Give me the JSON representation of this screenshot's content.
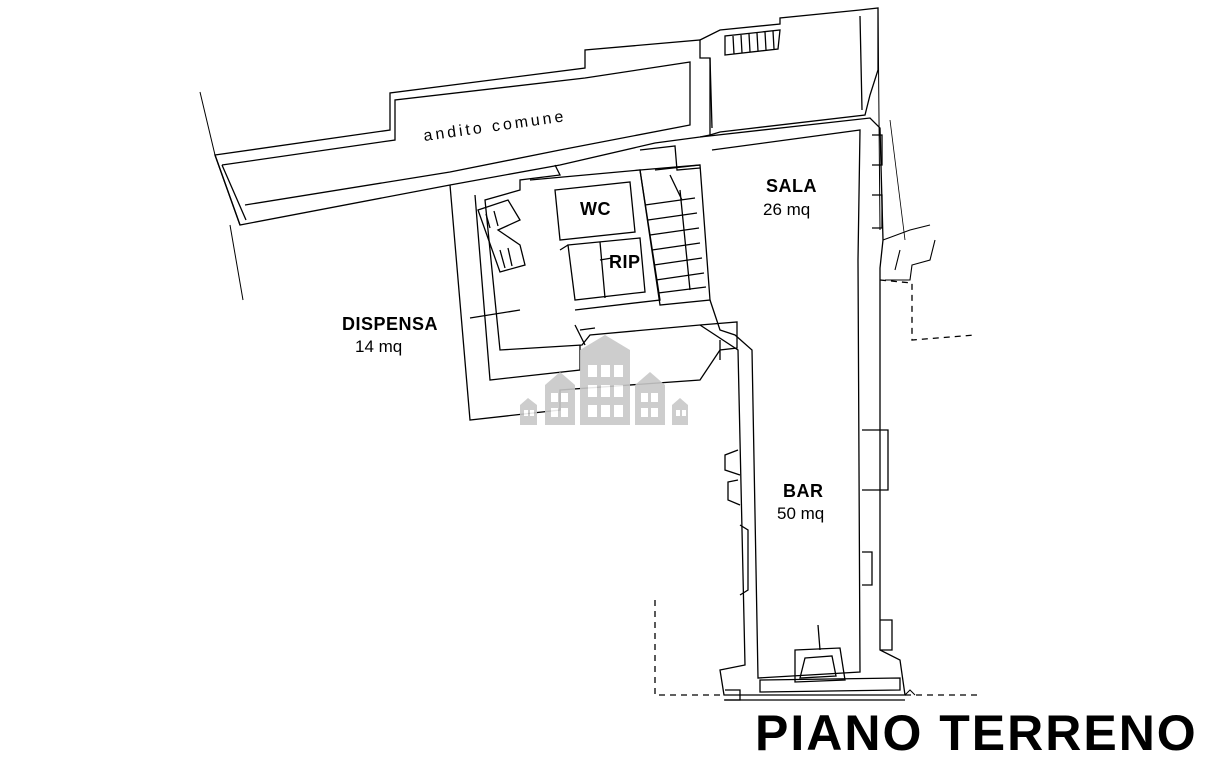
{
  "floor_title": "PIANO TERRENO",
  "corridor_label": "andito comune",
  "rooms": {
    "sala": {
      "name": "SALA",
      "area": "26 mq"
    },
    "wc": {
      "name": "WC"
    },
    "rip": {
      "name": "RIP"
    },
    "dispensa": {
      "name": "DISPENSA",
      "area": "14 mq"
    },
    "bar": {
      "name": "BAR",
      "area": "50 mq"
    }
  },
  "watermark": "building-logo",
  "colors": {
    "lines": "#000000",
    "watermark": "#c8c8c8",
    "background": "#ffffff"
  }
}
